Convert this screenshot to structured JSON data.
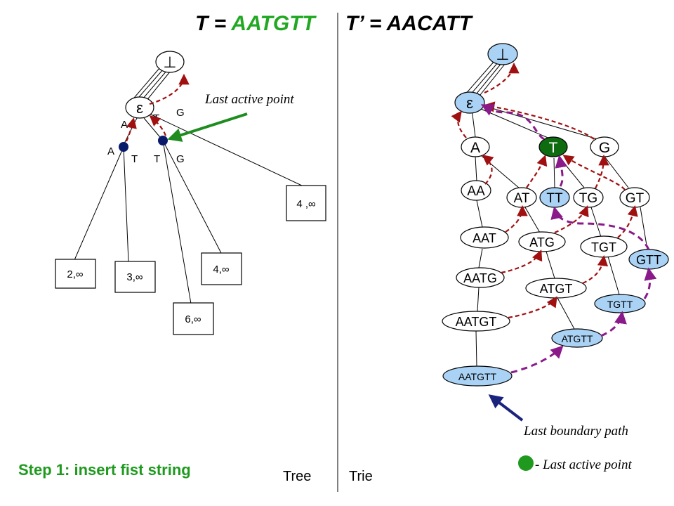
{
  "titles": {
    "tree_prefix": "T = ",
    "tree_string": "AATGTT",
    "trie": "T’ = AACATT"
  },
  "step_label": "Step 1: insert fist string",
  "captions": {
    "tree": "Tree",
    "trie": "Trie"
  },
  "annotations": {
    "last_active_point": "Last active point",
    "last_boundary_path": "Last boundary path",
    "legend_text": "- Last active point"
  },
  "tree": {
    "bottom": "⊥",
    "root": "ε",
    "edge_labels": [
      "A",
      "T",
      "G",
      "A",
      "T",
      "T",
      "G"
    ],
    "leaves": [
      "2,∞",
      "3,∞",
      "6,∞",
      "4,∞",
      "4 ,∞"
    ]
  },
  "trie": {
    "bottom": "⊥",
    "root": "ε",
    "nodes": [
      "A",
      "T",
      "G",
      "AA",
      "AT",
      "TT",
      "TG",
      "GT",
      "AAT",
      "ATG",
      "TGT",
      "GTT",
      "AATG",
      "ATGT",
      "TGTT",
      "AATGT",
      "ATGTT",
      "AATGTT"
    ]
  },
  "colors": {
    "trie_node_blue": "#a9d2f5",
    "active_green": "#0f6b0f",
    "tree_node_navy": "#0a1a6b",
    "red_link": "#a01010",
    "purple_link": "#8a1a8a",
    "green_arrow": "#1e8c1e",
    "blue_arrow": "#1a237e",
    "title_green": "#22a822"
  }
}
